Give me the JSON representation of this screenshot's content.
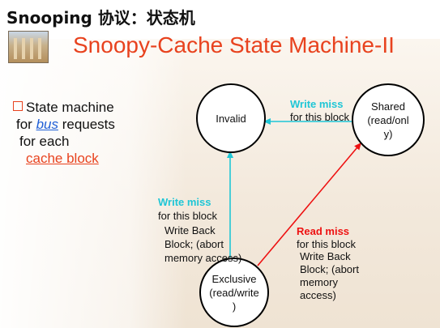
{
  "header": {
    "top_title": "Snooping 协议：状态机",
    "slide_title": "Snoopy-Cache State Machine-II"
  },
  "bullet": {
    "prefix": "State machine",
    "line2_pre": "for ",
    "bus": "bus",
    "line2_post": " requests",
    "line3": "for each",
    "line4": "cache block"
  },
  "states": {
    "invalid": "Invalid",
    "shared": [
      "Shared",
      "(read/onl",
      "y)"
    ],
    "exclusive": [
      "Exclusive",
      "(read/write",
      ")"
    ]
  },
  "transitions": {
    "shared_to_invalid": {
      "event": "Write miss",
      "detail": "for this block"
    },
    "exclusive_to_invalid": {
      "event": "Write miss",
      "detail": [
        "for this block",
        "Write Back",
        "Block; (abort",
        "memory access)"
      ]
    },
    "exclusive_to_shared": {
      "event": "Read miss",
      "detail": [
        "for this block",
        "Write Back",
        "Block; (abort",
        "memory",
        "access)"
      ]
    }
  },
  "colors": {
    "title_orange": "#e8421e",
    "write_miss_cyan": "#1fc6d6",
    "read_miss_red": "#ee1111",
    "link_blue": "#1f5fd6"
  }
}
